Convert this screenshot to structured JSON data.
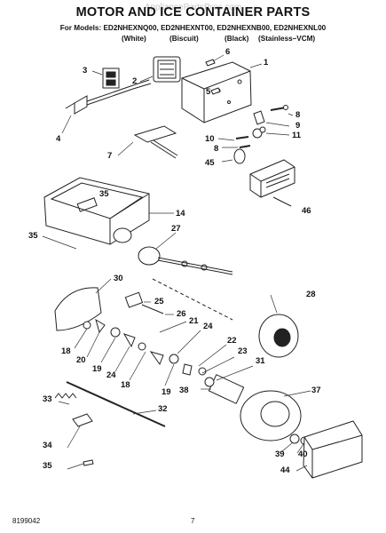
{
  "header": {
    "watermark": "AppliancePartsPros.com",
    "title": "MOTOR AND ICE CONTAINER PARTS",
    "models_line": "For Models: ED2NHEXNQ00, ED2NHEXNT00, ED2NHEXNB00, ED2NHEXNL00",
    "colors": [
      "(White)",
      "(Biscuit)",
      "(Black)",
      "(Stainless–VCM)"
    ]
  },
  "callouts": [
    "1",
    "2",
    "3",
    "4",
    "5",
    "6",
    "7",
    "8",
    "9",
    "10",
    "11",
    "8",
    "45",
    "46",
    "35",
    "14",
    "35",
    "27",
    "30",
    "25",
    "28",
    "26",
    "21",
    "18",
    "20",
    "19",
    "24",
    "18",
    "19",
    "24",
    "22",
    "23",
    "31",
    "37",
    "33",
    "32",
    "38",
    "34",
    "35",
    "39",
    "40",
    "44"
  ],
  "footer": {
    "doc_number": "8199042",
    "page_number": "7"
  }
}
